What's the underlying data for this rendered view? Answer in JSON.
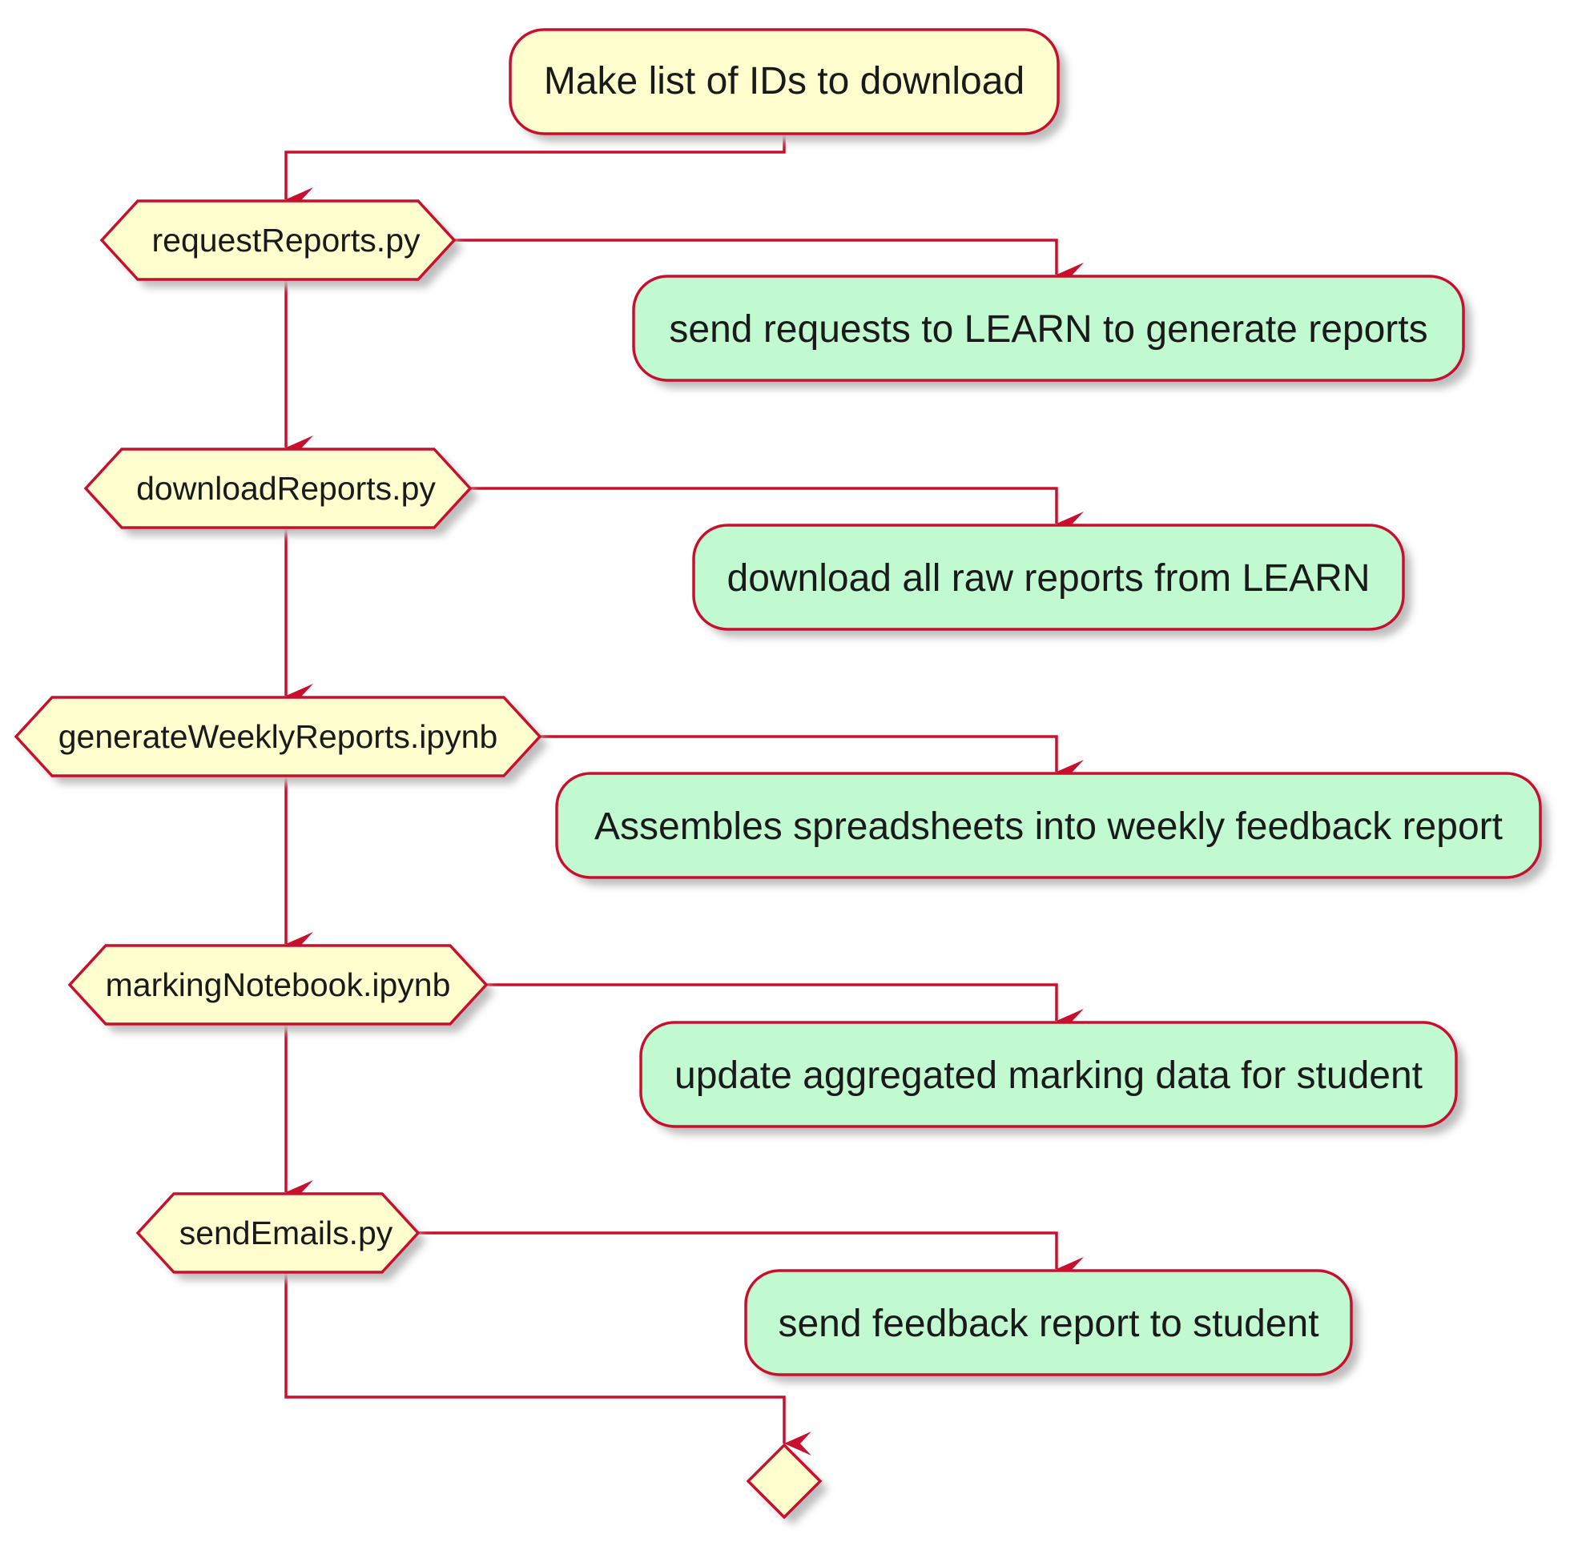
{
  "colors": {
    "line": "#C8102E",
    "yellow_fill": "#FEFECE",
    "green_fill": "#C1F9D1",
    "shadow": "#BDBDBD",
    "text": "#1A1A1A"
  },
  "diagram": {
    "start": {
      "label": "Make list of IDs to download"
    },
    "steps": [
      {
        "script": "requestReports.py",
        "action": "send requests to LEARN to generate reports"
      },
      {
        "script": "downloadReports.py",
        "action": "download all raw reports from LEARN"
      },
      {
        "script": "generateWeeklyReports.ipynb",
        "action": "Assembles spreadsheets into weekly feedback report"
      },
      {
        "script": "markingNotebook.ipynb",
        "action": "update aggregated marking data for student"
      },
      {
        "script": "sendEmails.py",
        "action": "send feedback report to student"
      }
    ]
  }
}
